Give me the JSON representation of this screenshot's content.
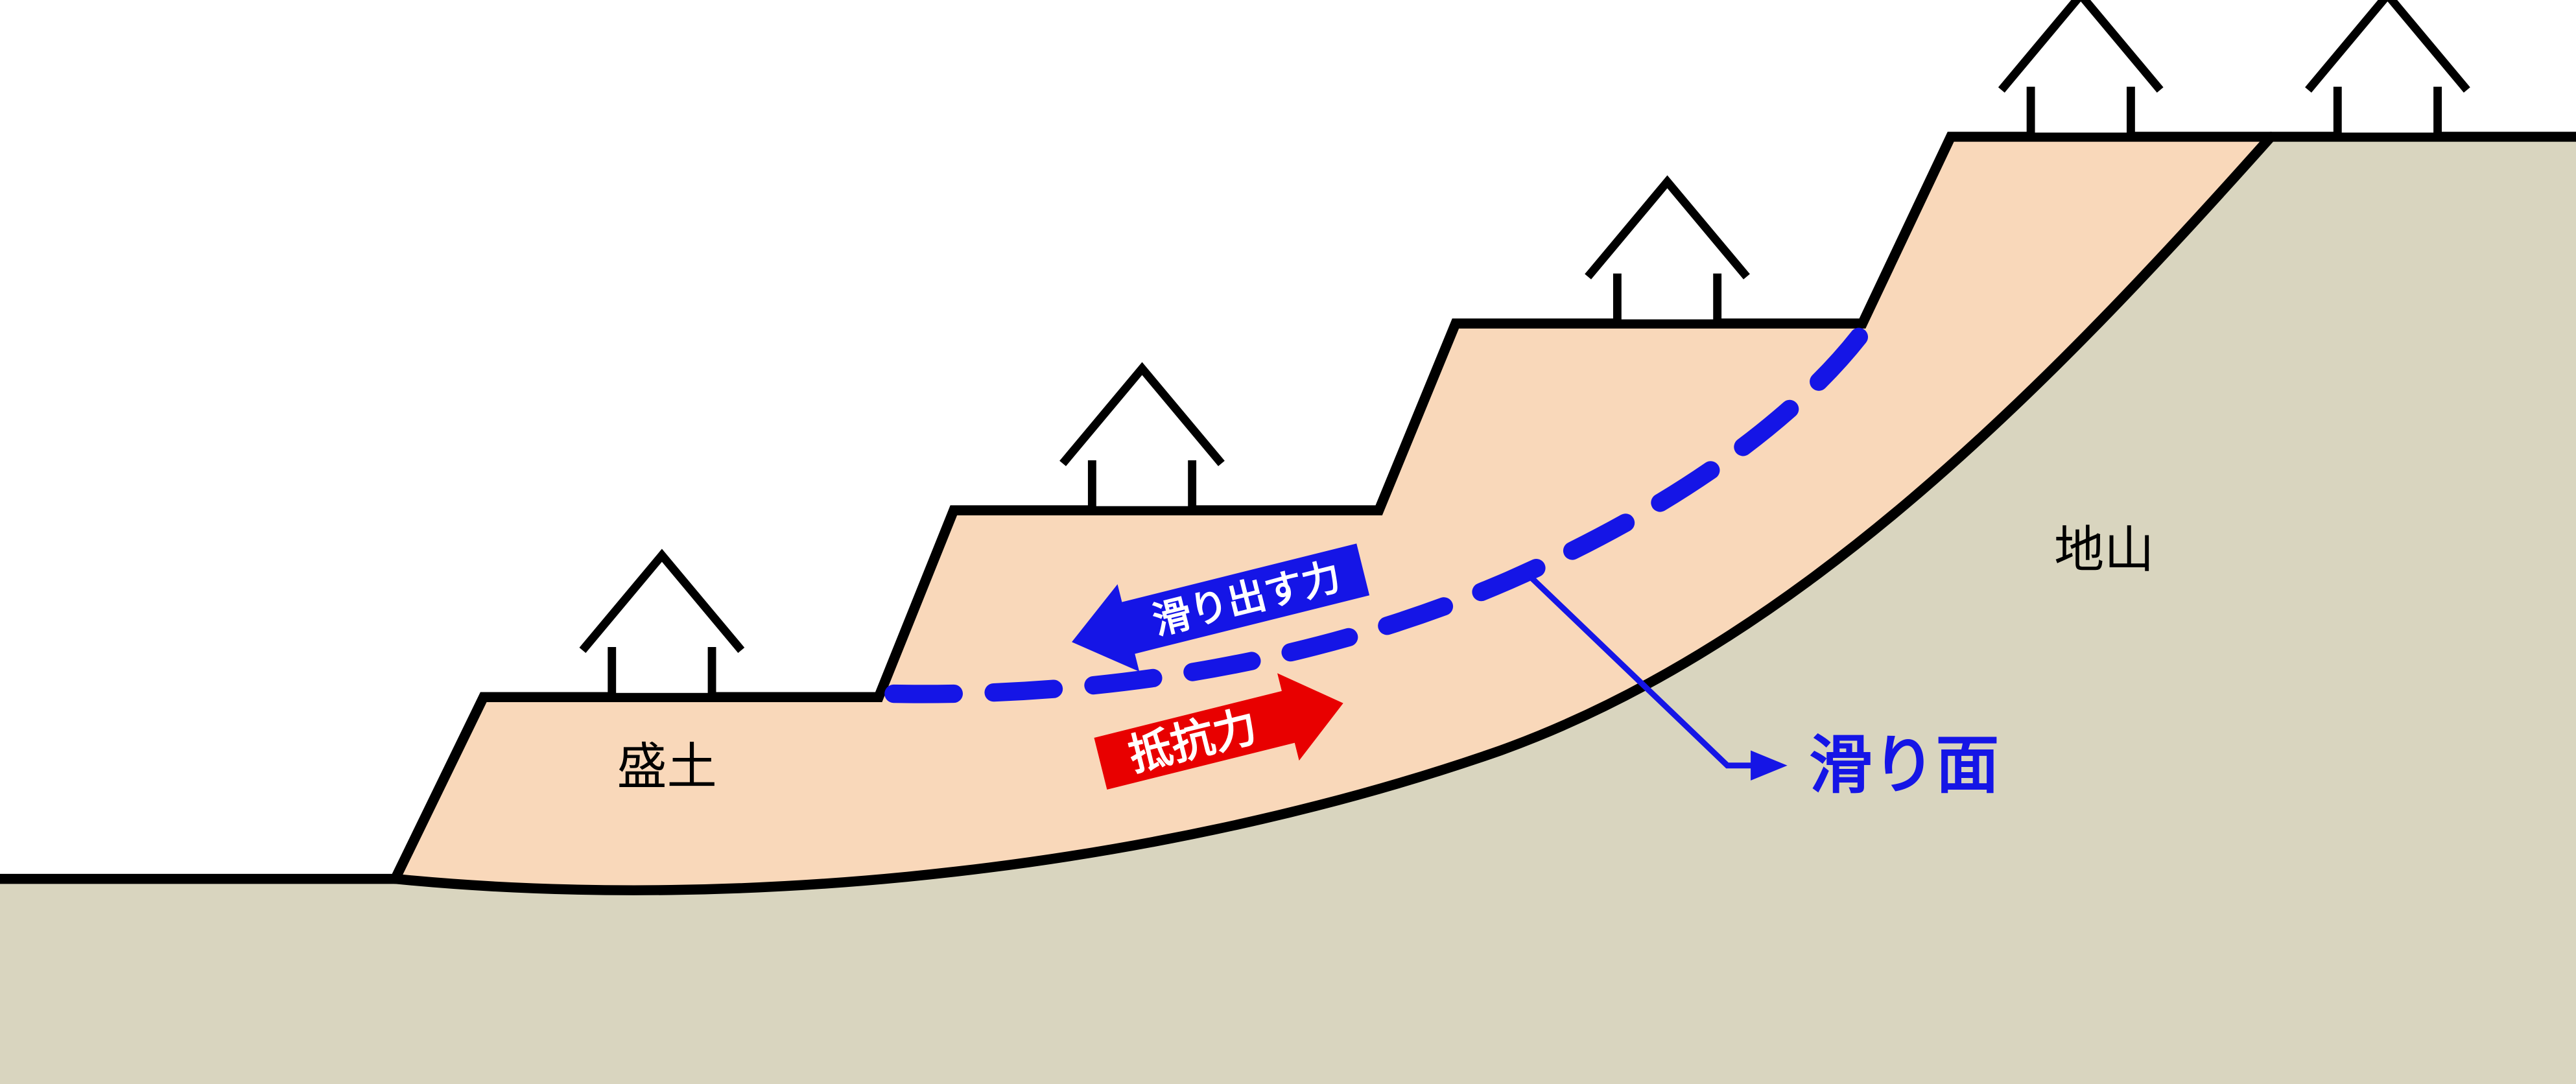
{
  "diagram": {
    "title_hint": "landslide-fill-slope-schematic",
    "labels": {
      "fill_soil": "盛土",
      "natural_ground": "地山",
      "slip_surface": "滑り面",
      "sliding_force": "滑り出す力",
      "resisting_force": "抵抗力"
    },
    "colors": {
      "fill_soil": "#F9D8BA",
      "natural_ground": "#D9D5BF",
      "outline": "#000000",
      "slip_line": "#1515E6",
      "sliding_force_arrow": "#1515E6",
      "resisting_force_arrow": "#E80000",
      "arrow_text": "#FFFFFF",
      "slip_label_text": "#1515E6",
      "soil_label_text": "#000000"
    },
    "houses": {
      "count": 5,
      "icon": "house-icon"
    }
  }
}
